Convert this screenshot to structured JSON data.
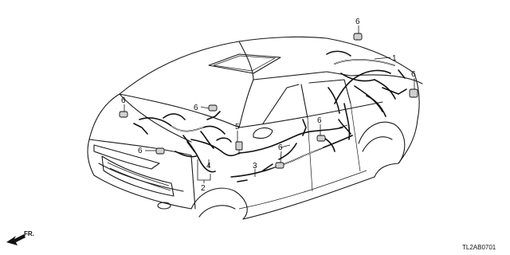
{
  "callouts": {
    "c1": "1",
    "c2": "2",
    "c3": "3",
    "c4": "4",
    "c5": "5",
    "c6a": "6",
    "c6b": "6",
    "c6c": "6",
    "c6d": "6",
    "c6e": "6",
    "c6f": "6",
    "c6g": "6"
  },
  "direction_label": "FR.",
  "diagram_code": "TL2AB0701"
}
